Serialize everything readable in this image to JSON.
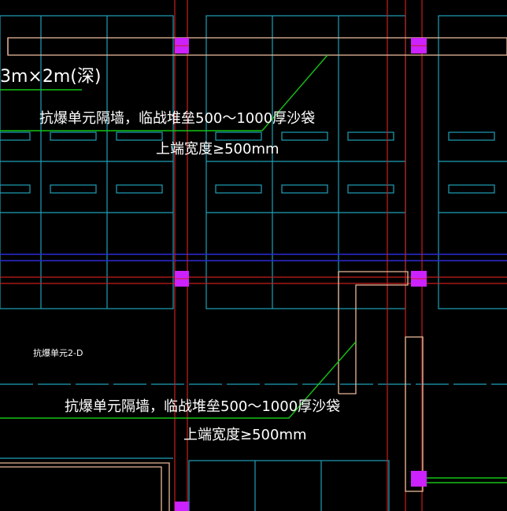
{
  "drawing": {
    "texts": {
      "dimension_note": "3m×2m(深)",
      "partition_upper_line1": "抗爆单元隔墙，临战堆垒500～1000厚沙袋",
      "partition_upper_line2": "上端宽度≥500mm",
      "unit_label": "抗爆单元2-D",
      "partition_lower_line1": "抗爆单元隔墙，临战堆垒500～1000厚沙袋",
      "partition_lower_line2": "上端宽度≥500mm"
    },
    "colors": {
      "background": "#000000",
      "cyan": "#1f9fb8",
      "red": "#c81e1e",
      "blue": "#2a2ad8",
      "green": "#16c216",
      "peach": "#e8b89a",
      "magenta": "#cc22ff",
      "white": "#ffffff"
    }
  }
}
